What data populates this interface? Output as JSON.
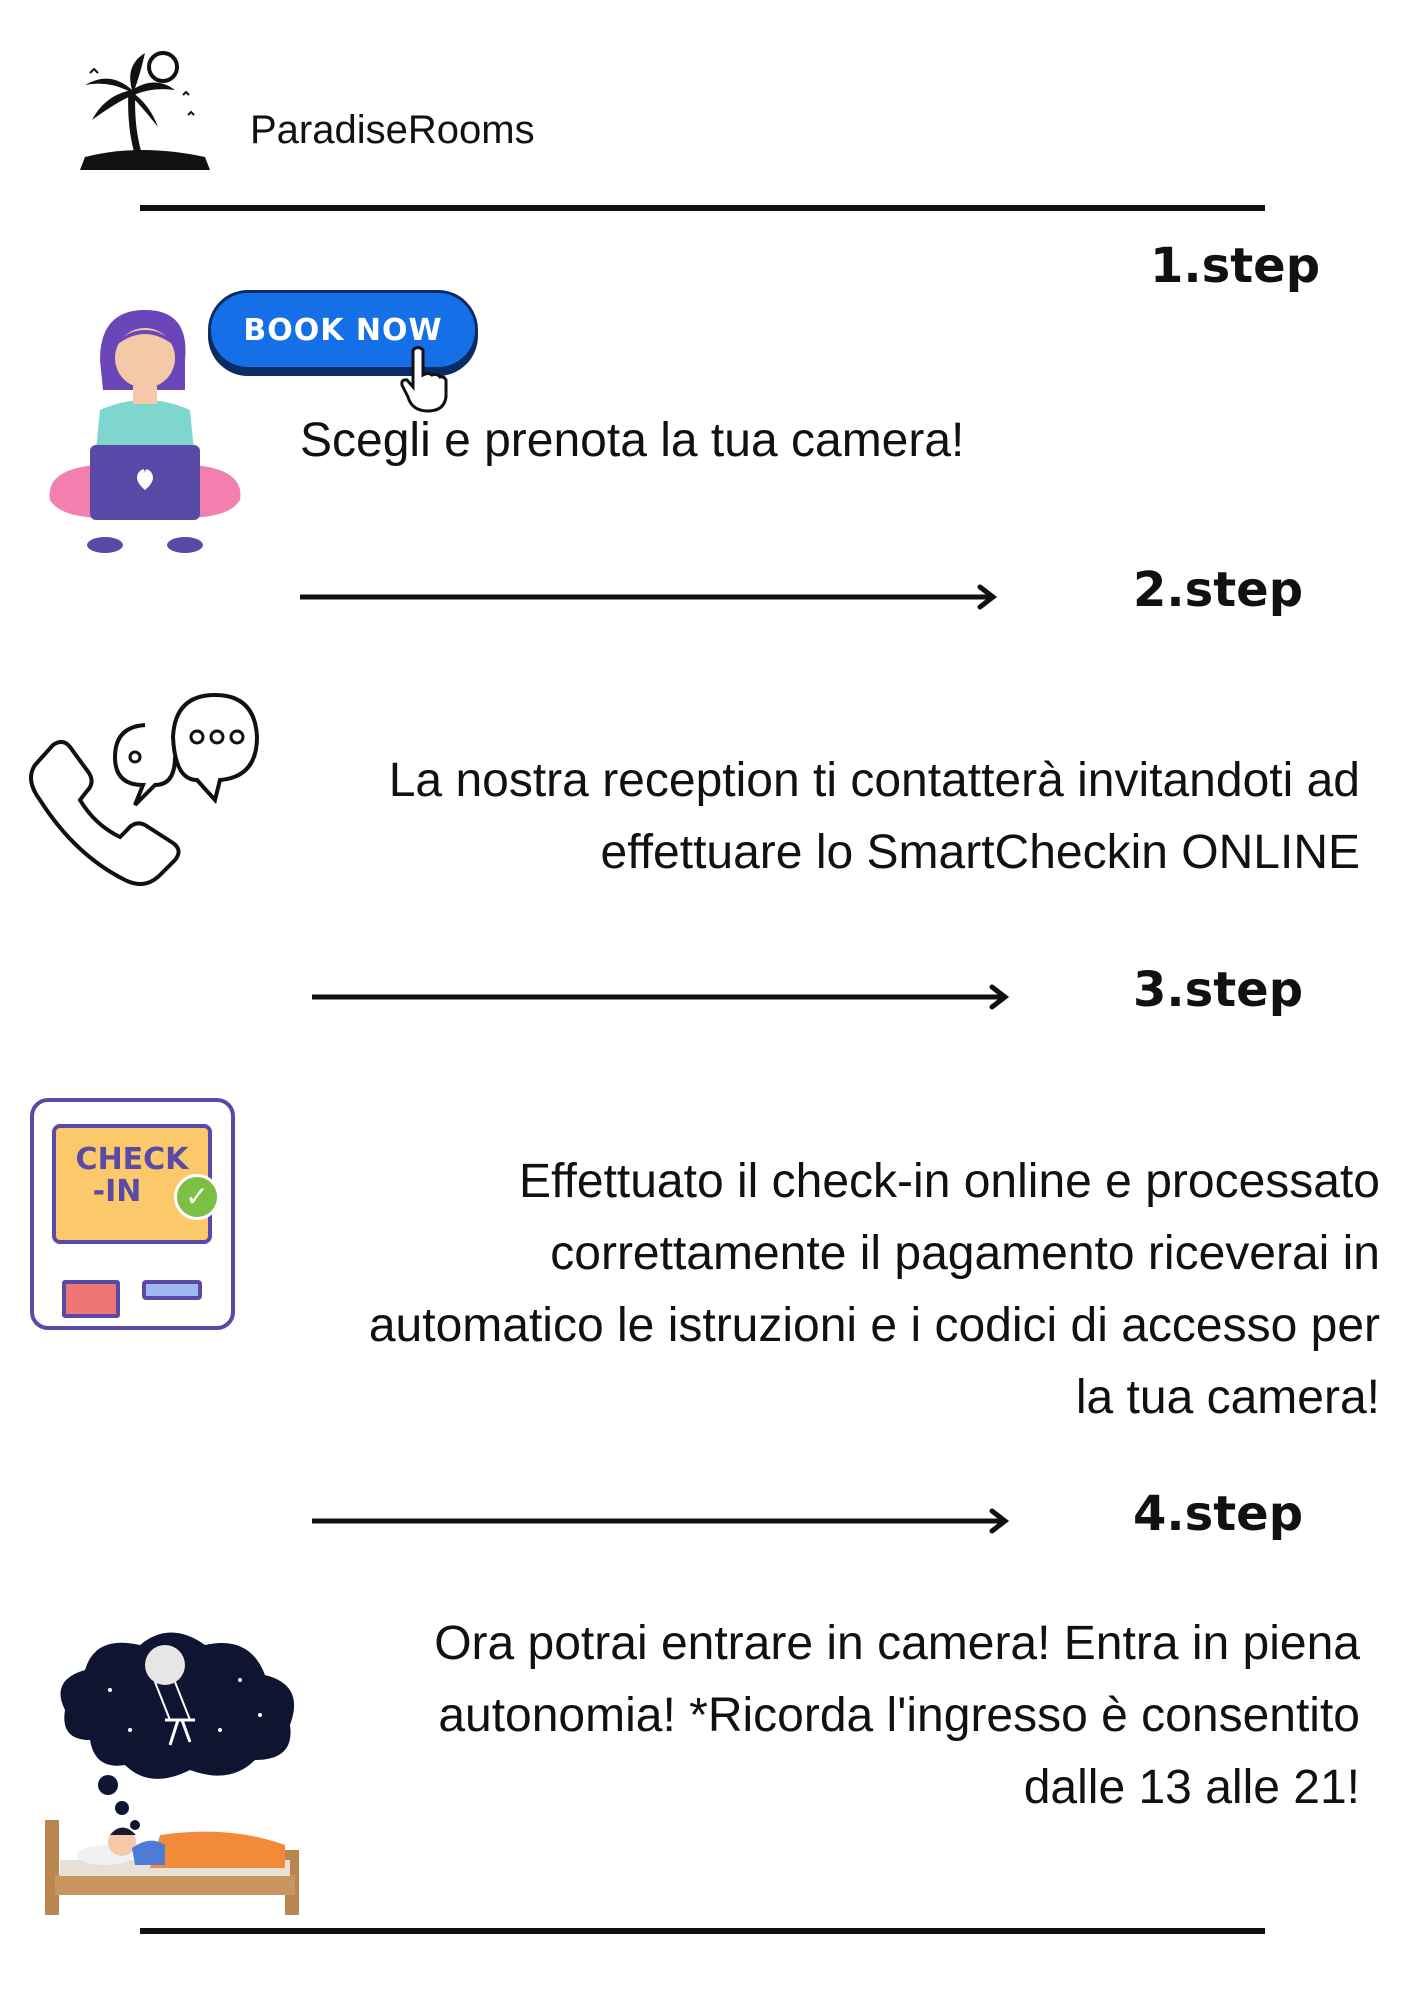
{
  "brand": {
    "name": "ParadiseRooms",
    "logo_icon": "palm-island-icon"
  },
  "book_button": {
    "label": "BOOK NOW",
    "icon": "pointer-hand-icon"
  },
  "checkin_icon_text": {
    "line1": "CHECK",
    "line2": "-IN"
  },
  "steps": [
    {
      "label": "1.step",
      "icon": "woman-laptop-icon",
      "lines": [
        "Scegli e prenota la tua camera!"
      ]
    },
    {
      "label": "2.step",
      "icon": "phone-chat-icon",
      "lines": [
        "La nostra reception ti contatterà invitandoti ad",
        "effettuare lo SmartCheckin ONLINE"
      ]
    },
    {
      "label": "3.step",
      "icon": "checkin-kiosk-icon",
      "lines": [
        "Effettuato il check-in online e processato",
        "correttamente il pagamento riceverai in",
        "automatico le istruzioni e i codici di accesso per",
        "la tua camera!"
      ]
    },
    {
      "label": "4.step",
      "icon": "sleeping-dream-icon",
      "lines": [
        "Ora potrai entrare in camera! Entra in piena",
        "autonomia! *Ricorda l'ingresso è consentito",
        "dalle 13 alle 21!"
      ]
    }
  ],
  "colors": {
    "button_blue": "#1570e8",
    "kiosk_border": "#5a4aa8",
    "kiosk_screen": "#fbc96a",
    "check_green": "#7bc043"
  }
}
